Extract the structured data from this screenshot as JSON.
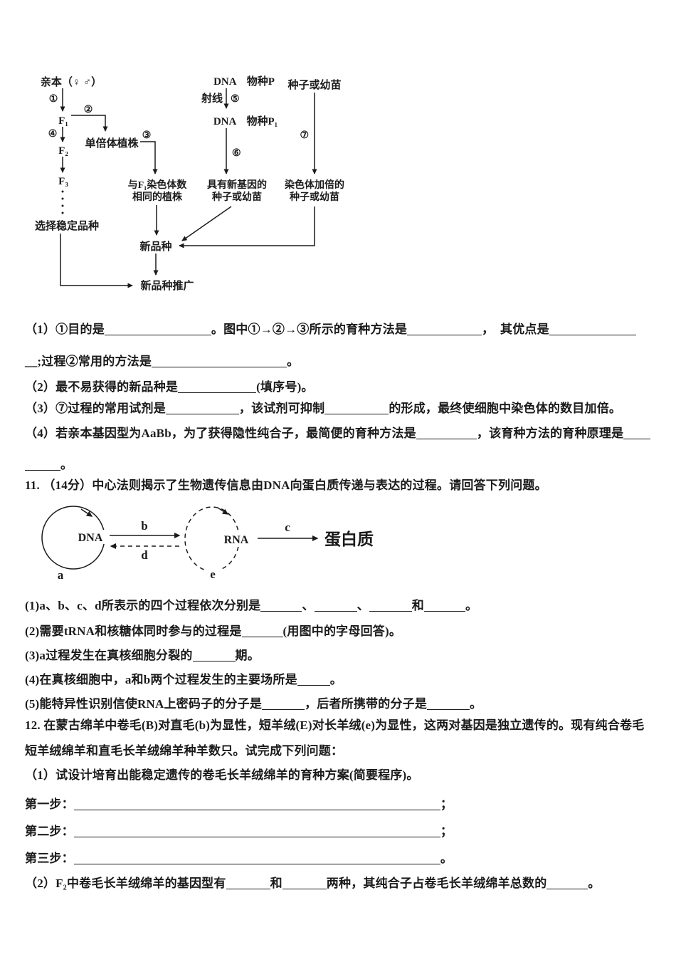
{
  "document": {
    "kind": "biology-exam-page",
    "language": "zh-CN",
    "text_color": "#1b1b1b",
    "background": "#ffffff"
  },
  "breeding_flowchart": {
    "parent": "亲本（♀ ♂）",
    "step1": "①",
    "step2": "②",
    "step3": "③",
    "step4": "④",
    "step5": "⑤",
    "step6": "⑥",
    "step7": "⑦",
    "f1": "F₁",
    "f2": "F₂",
    "f3": "F₃",
    "haploid": "单倍体植株",
    "same_chromosome_line1": "与F₁染色体数",
    "same_chromosome_line2": "相同的植株",
    "select_stable": "选择稳定品种",
    "dna_species_p": "DNA　物种P",
    "ray": "射线",
    "dna_species_p1": "DNA　物种P₁",
    "new_gene_line1": "具有新基因的",
    "new_gene_line2": "种子或幼苗",
    "seeds_or_seedlings": "种子或幼苗",
    "doubled_line1": "染色体加倍的",
    "doubled_line2": "种子或幼苗",
    "new_variety": "新品种",
    "promotion": "新品种推广"
  },
  "central_dogma": {
    "dna": "DNA",
    "rna": "RNA",
    "protein": "蛋白质",
    "process_a": "a",
    "process_b": "b",
    "process_c": "c",
    "process_d": "d",
    "process_e": "e"
  },
  "q10": {
    "lines": [
      {
        "segments": [
          {
            "t": "（1）①目的是"
          },
          {
            "b": 150
          },
          {
            "t": "。图中①→②→③所示的育种方法是"
          },
          {
            "b": 105
          },
          {
            "t": "，　其优点是"
          },
          {
            "b": 122
          }
        ]
      },
      {
        "segments": [
          {
            "t": "__;过程②常用的方法是"
          },
          {
            "b": 190
          },
          {
            "t": "。"
          }
        ]
      },
      {
        "segments": [
          {
            "t": "（2）最不易获得的新品种是"
          },
          {
            "b": 110
          },
          {
            "t": "(填序号)。"
          }
        ]
      },
      {
        "segments": [
          {
            "t": "（3）⑦过程的常用试剂是"
          },
          {
            "b": 103
          },
          {
            "t": "，该试剂可抑制"
          },
          {
            "b": 90
          },
          {
            "t": "的形成，最终使细胞中染色体的数目加倍。"
          }
        ]
      },
      {
        "segments": [
          {
            "t": "（4）若亲本基因型为AaBb，为了获得隐性纯合子，最简便的育种方法是"
          },
          {
            "b": 85
          },
          {
            "t": "，该育种方法的育种原理是"
          },
          {
            "b": 38
          }
        ]
      },
      {
        "segments": [
          {
            "b": 50
          },
          {
            "t": "。"
          }
        ]
      }
    ]
  },
  "q11": {
    "intro": {
      "segments": [
        {
          "t": "11. （14分）中心法则揭示了生物遗传信息由DNA向蛋白质传递与表达的过程。请回答下列问题。"
        }
      ]
    },
    "lines": [
      {
        "segments": [
          {
            "t": "(1)a、b、c、d所表示的四个过程依次分别是"
          },
          {
            "b": 58
          },
          {
            "t": "、"
          },
          {
            "b": 60
          },
          {
            "t": "、"
          },
          {
            "b": 60
          },
          {
            "t": "和"
          },
          {
            "b": 58
          },
          {
            "t": "。"
          }
        ]
      },
      {
        "segments": [
          {
            "t": "(2)需要tRNA和核糖体同时参与的过程是"
          },
          {
            "b": 58
          },
          {
            "t": "(用图中的字母回答)。"
          }
        ]
      },
      {
        "segments": [
          {
            "t": "(3)a过程发生在真核细胞分裂的"
          },
          {
            "b": 60
          },
          {
            "t": "期。"
          }
        ]
      },
      {
        "segments": [
          {
            "t": "(4)在真核细胞中，a和b两个过程发生的主要场所是"
          },
          {
            "b": 46
          },
          {
            "t": "。"
          }
        ]
      },
      {
        "segments": [
          {
            "t": "(5)能特异性识别信使RNA上密码子的分子是"
          },
          {
            "b": 60
          },
          {
            "t": "，后者所携带的分子是"
          },
          {
            "b": 60
          },
          {
            "t": "。"
          }
        ]
      }
    ]
  },
  "q12": {
    "lines": [
      {
        "segments": [
          {
            "t": "12. 在蒙古绵羊中卷毛(B)对直毛(b)为显性，短羊绒(E)对长羊绒(e)为显性，这两对基因是独立遗传的。现有纯合卷毛"
          }
        ]
      },
      {
        "segments": [
          {
            "t": "短羊绒绵羊和直毛长羊绒绵羊种羊数只。试完成下列问题："
          }
        ]
      },
      {
        "segments": [
          {
            "t": "（1）试设计培育出能稳定遗传的卷毛长羊绒绵羊的育种方案(简要程序)。"
          }
        ]
      },
      {
        "segments": [
          {
            "t": "第一步："
          },
          {
            "b": 515
          },
          {
            "t": "；"
          }
        ]
      },
      {
        "segments": [
          {
            "t": "第二步："
          },
          {
            "b": 515
          },
          {
            "t": "；"
          }
        ]
      },
      {
        "segments": [
          {
            "t": "第三步："
          },
          {
            "b": 515
          },
          {
            "t": "。"
          }
        ]
      },
      {
        "segments": [
          {
            "t": "（2）F₂中卷毛长羊绒绵羊的基因型有"
          },
          {
            "b": 62
          },
          {
            "t": "和"
          },
          {
            "b": 62
          },
          {
            "t": "两种，其纯合子占卷毛长羊绒绵羊总数的"
          },
          {
            "b": 58
          },
          {
            "t": "。"
          }
        ]
      }
    ]
  }
}
